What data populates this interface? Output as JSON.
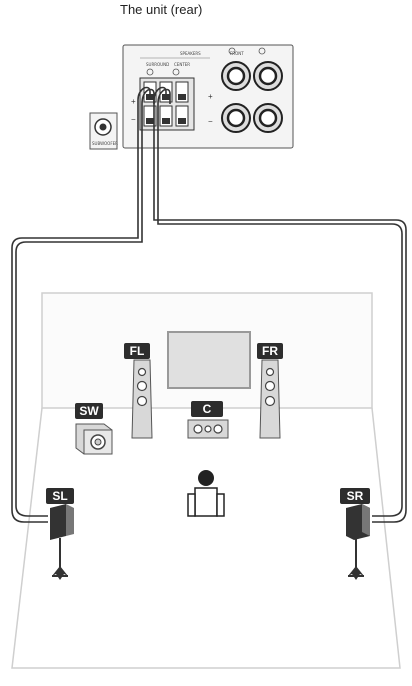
{
  "title": "The unit (rear)",
  "rear_panel": {
    "speakers_label": "SPEAKERS",
    "surround_label": "SURROUND",
    "center_label": "CENTER",
    "front_label": "FRONT",
    "subwoofer_label": "SUBWOOFER",
    "plus": "+",
    "minus": "−"
  },
  "speakers": {
    "fl": "FL",
    "fr": "FR",
    "sw": "SW",
    "c": "C",
    "sl": "SL",
    "sr": "SR"
  },
  "colors": {
    "line": "#333333",
    "room": "#cfcfcf",
    "tag_bg": "#2d2d2d",
    "speaker_gray": "#d8d8d8"
  }
}
